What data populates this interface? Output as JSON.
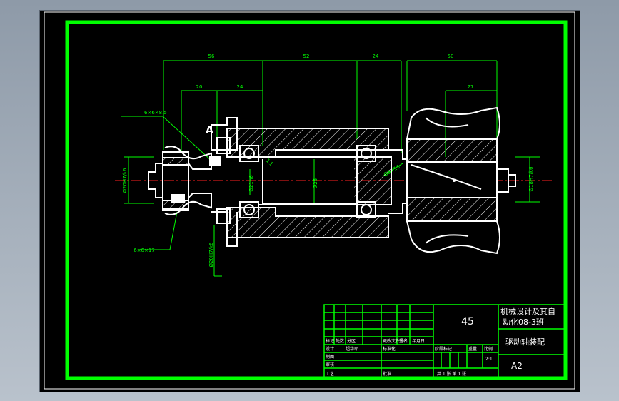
{
  "drawing": {
    "dimensions": {
      "d56": "56",
      "d52": "52",
      "d24a": "24",
      "d50": "50",
      "d20": "20",
      "d24b": "24",
      "d27": "27"
    },
    "labels": {
      "key_top": "6×6×8.5",
      "key_bottom": "6×6×17",
      "bore_left": "Ø20H7/k6",
      "bore_mid": "Ø21h6",
      "bore_center": "Ø25",
      "bore_right": "Ø18H7/k6",
      "bore_bottom": "Ø20H7/k6",
      "taper": "Ø5×15",
      "small_a": "1.1",
      "section_mark": "A"
    }
  },
  "title_block": {
    "part_number": "45",
    "school_line1": "机械设计及其自",
    "school_line2": "动化08-3班",
    "drawing_name": "驱动轴装配",
    "sheet_size": "A2",
    "header_cells": [
      "标记",
      "处数",
      "分区",
      "更改文件号",
      "签名",
      "年月日"
    ],
    "row_labels": [
      "设计",
      "制图",
      "审核",
      "工艺"
    ],
    "row_mid_labels": [
      "标准化",
      "批准"
    ],
    "designer": "超华耶",
    "stage_mark": "阶段标记",
    "weight": "重量",
    "scale_label": "比例",
    "scale_value": "2:1",
    "sheets": "共 1 张 第 1 张"
  },
  "colors": {
    "frame": "#00ff00",
    "outline": "#ffffff",
    "hatch": "#ffffff",
    "centerline": "#ff2020",
    "dimension": "#00ff00"
  }
}
